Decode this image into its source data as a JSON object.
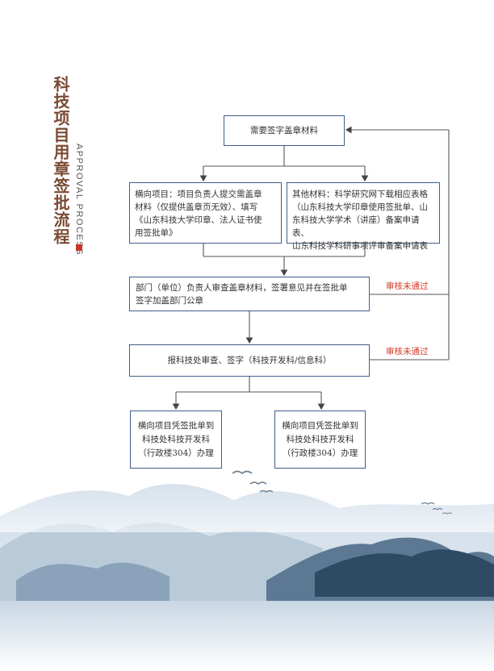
{
  "header": {
    "title": "科技项目用章签批流程",
    "subtitle": "APPROVAL PROCESS"
  },
  "flow": {
    "top": "需要签字盖章材料",
    "left_lines": [
      "横向项目：项目负责人提交需盖章",
      "材料（仅提供盖章页无效）、填写",
      "《山东科技大学印章、法人证书使",
      "用签批单》"
    ],
    "right_lines": [
      "其他材料：科学研究网下载相应表格",
      "（山东科技大学印章使用签批单、山",
      "东科技大学学术（讲座）备案申请表、",
      "山东科技学科研事项评审备案申请表"
    ],
    "dept_lines": [
      "部门（单位）负责人审查盖章材料，签署意见并在签批单",
      "签字加盖部门公章"
    ],
    "review": "报科技处审查、签字（科技开发科/信息科）",
    "bottom_left_lines": [
      "横向项目凭签批单到",
      "科技处科技开发科",
      "（行政楼304）办理"
    ],
    "bottom_right_lines": [
      "横向项目凭签批单到",
      "科技处科技开发科",
      "（行政楼304）办理"
    ],
    "reject_1": "审核未通过",
    "reject_2": "审核未通过"
  },
  "colors": {
    "box_border": "#3f5f8a",
    "title": "#7a4a33",
    "reject": "#d23a2a",
    "accent": "#c9362b"
  }
}
